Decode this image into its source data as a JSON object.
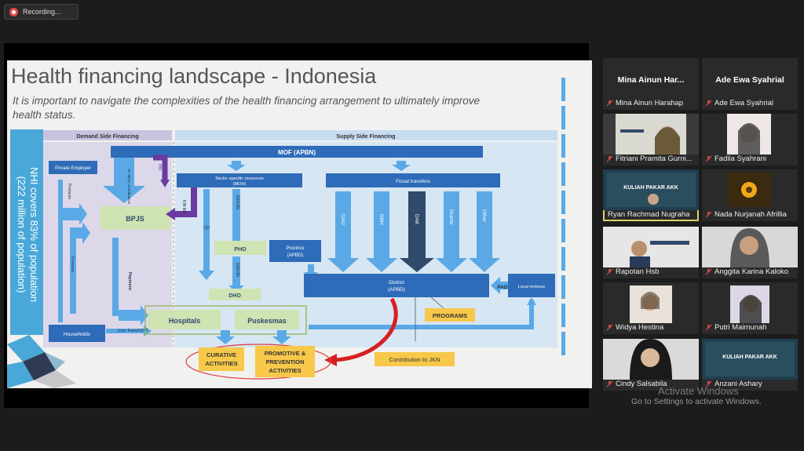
{
  "recording": {
    "label": "Recording..."
  },
  "slide": {
    "title": "Health financing landscape - Indonesia",
    "subtitle": "It is important to navigate the complexities of the health financing arrangement to ultimately improve health status.",
    "side_note_1": "NHI covers 83% of population",
    "side_note_2": "(222 million of population)",
    "demand_header": "Demand Side Financing",
    "supply_header": "Supply Side Financing",
    "mof": "MOF (APBN)",
    "private_employer": "Private Employer",
    "pbi": "PBI",
    "jk_salary": "JK salary contributions",
    "premium": "Premium",
    "premium2": "Premium",
    "bpjs": "BPJS",
    "kin_mu": "KIN MU",
    "payment": "Payment",
    "households": "Households",
    "user_fees": "User Fees/OOP",
    "sector_line1": "Sector specific resources",
    "sector_line2": "(MOH)",
    "tp": "TP",
    "dekon1": "DEKON",
    "dekon2": "DEKON",
    "pho": "PHO",
    "province_line1": "Province",
    "province_line2": "(APBD)",
    "dho": "DHO",
    "fiscal": "Fiscal transfers",
    "dau": "DAU",
    "dbh": "DBH",
    "dak": "DAK",
    "grants": "Grants",
    "other": "Other",
    "district_line1": "District",
    "district_line2": "(APBD)",
    "pad": "PAD",
    "local_revenue": "Local revenue",
    "hospitals": "Hospitals",
    "puskesmas": "Puskesmas",
    "programs": "PROGRAMS",
    "curative_line1": "CURATIVE",
    "curative_line2": "ACTIVITIES",
    "promotive_line1": "PROMOTIVE &",
    "promotive_line2": "PREVENTION",
    "promotive_line3": "ACTIVITIES",
    "jkn": "Contribution to JKN"
  },
  "participants": [
    {
      "display": "Mina  Ainun  Har...",
      "name": "Mina Ainun Harahap"
    },
    {
      "display": "Ade Ewa Syahrial",
      "name": "Ade Ewa Syahrial"
    },
    {
      "display": "",
      "name": "Fitriani Pramita Gurni..."
    },
    {
      "display": "",
      "name": "Fadila Syahrani"
    },
    {
      "display": "KULIAH PAKAR AKK",
      "name": "Ryan Rachmad Nugraha ..."
    },
    {
      "display": "",
      "name": "Nada Nurjanah Afrillia"
    },
    {
      "display": "",
      "name": "Rapotan Hsb"
    },
    {
      "display": "",
      "name": "Anggita Karina Kaloko"
    },
    {
      "display": "",
      "name": "Widya Hestina"
    },
    {
      "display": "",
      "name": "Putri Maimunah"
    },
    {
      "display": "",
      "name": "Cindy Salsabila"
    },
    {
      "display": "KULIAH PAKAR AKK",
      "name": "Anzani Ashary"
    }
  ],
  "watermark": {
    "line1": "Activate Windows",
    "line2": "Go to Settings to activate Windows."
  },
  "colors": {
    "blue_dark": "#2e6bb8",
    "blue_light": "#5aa9e6",
    "green_box": "#cfe3b3",
    "orange_box": "#f7c84a",
    "teal_panel": "#4aa8d8"
  }
}
